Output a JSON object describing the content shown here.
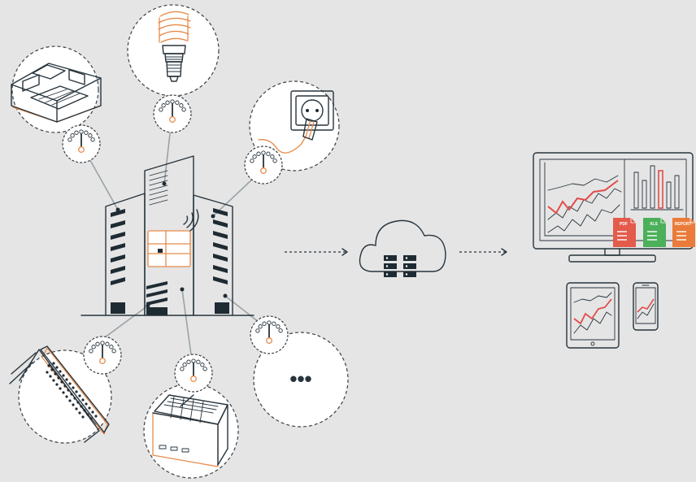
{
  "diagram": {
    "more_label": "•••",
    "reports": [
      {
        "name": "pdf",
        "label": "PDF",
        "color": "#e25b4b"
      },
      {
        "name": "xls",
        "label": "XLS",
        "color": "#4caf5a"
      },
      {
        "name": "report",
        "label": "REPORT",
        "color": "#ea7b3a"
      }
    ],
    "colors": {
      "background": "#e5e5e5",
      "ink": "#27343d",
      "accent_orange": "#e88a4a",
      "chart_red": "#e24c4c",
      "connector_gray": "#9aa3a8"
    },
    "icons": [
      "building-icon",
      "iot-gateway-icon",
      "wifi-signal-icon",
      "cloud-server-icon",
      "ceiling-ac-icon",
      "light-bulb-icon",
      "power-outlet-icon",
      "heat-pump-icon",
      "freezer-icon",
      "gauge-icon",
      "monitor-icon",
      "tablet-icon",
      "smartphone-icon"
    ]
  }
}
